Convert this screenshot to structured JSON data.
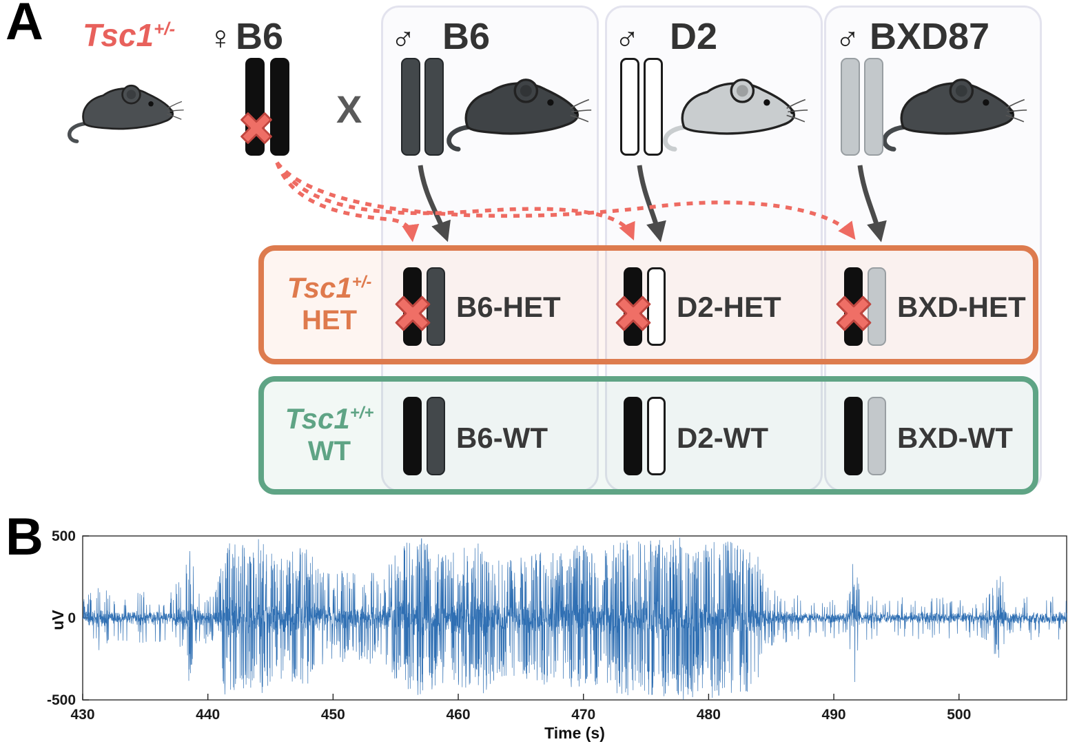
{
  "panelA": {
    "label": "A",
    "mother": {
      "gene": "Tsc1",
      "genotype_sup": "+/-",
      "sex_symbol": "♀",
      "strain": "B6"
    },
    "cross_symbol": "X",
    "fathers": [
      {
        "sex_symbol": "♂",
        "strain": "B6"
      },
      {
        "sex_symbol": "♂",
        "strain": "D2"
      },
      {
        "sex_symbol": "♂",
        "strain": "BXD87"
      }
    ],
    "het_box": {
      "gene": "Tsc1",
      "genotype_sup": "+/-",
      "zygosity": "HET",
      "offspring": [
        "B6-HET",
        "D2-HET",
        "BXD-HET"
      ]
    },
    "wt_box": {
      "gene": "Tsc1",
      "genotype_sup": "+/+",
      "zygosity": "WT",
      "offspring": [
        "B6-WT",
        "D2-WT",
        "BXD-WT"
      ]
    },
    "colors": {
      "mutant_red": "#e8615c",
      "het_orange": "#dd7b4e",
      "wt_green": "#5fa485",
      "dark_mouse": "#45494c",
      "light_mouse": "#c9cdcf"
    }
  },
  "panelB": {
    "label": "B"
  },
  "chart_data": {
    "type": "line",
    "title": "",
    "xlabel": "Time (s)",
    "ylabel": "uV",
    "xlim": [
      430,
      508.6
    ],
    "ylim": [
      -500,
      500
    ],
    "xticks": [
      430,
      440,
      450,
      460,
      470,
      480,
      490,
      500
    ],
    "yticks": [
      -500,
      0,
      500
    ],
    "grid": false,
    "legend": null,
    "color": "#2f6fb3",
    "description": "EEG voltage trace with high-amplitude seizure-like activity from ~441 s to ~484 s, followed by lower-amplitude activity",
    "sample_step_s": 0.015,
    "amplitude_envelope": [
      [
        430,
        140
      ],
      [
        431,
        220
      ],
      [
        432,
        170
      ],
      [
        433,
        140
      ],
      [
        434,
        150
      ],
      [
        435,
        160
      ],
      [
        436,
        150
      ],
      [
        437,
        170
      ],
      [
        438,
        260
      ],
      [
        438.6,
        420
      ],
      [
        439.4,
        190
      ],
      [
        440.5,
        170
      ],
      [
        441.2,
        460
      ],
      [
        442,
        500
      ],
      [
        443,
        430
      ],
      [
        444,
        490
      ],
      [
        445,
        400
      ],
      [
        446,
        370
      ],
      [
        447,
        430
      ],
      [
        448,
        420
      ],
      [
        449,
        290
      ],
      [
        450,
        270
      ],
      [
        451,
        310
      ],
      [
        452,
        260
      ],
      [
        453,
        290
      ],
      [
        454,
        280
      ],
      [
        455,
        400
      ],
      [
        456,
        470
      ],
      [
        457,
        500
      ],
      [
        458,
        430
      ],
      [
        459,
        390
      ],
      [
        460,
        410
      ],
      [
        461,
        450
      ],
      [
        462,
        470
      ],
      [
        463,
        390
      ],
      [
        464,
        350
      ],
      [
        465,
        370
      ],
      [
        466,
        390
      ],
      [
        467,
        410
      ],
      [
        468,
        390
      ],
      [
        469,
        430
      ],
      [
        470,
        460
      ],
      [
        471,
        420
      ],
      [
        472,
        440
      ],
      [
        473,
        470
      ],
      [
        474,
        490
      ],
      [
        475,
        480
      ],
      [
        476,
        500
      ],
      [
        477,
        470
      ],
      [
        478,
        500
      ],
      [
        479,
        480
      ],
      [
        480,
        500
      ],
      [
        481,
        485
      ],
      [
        482,
        470
      ],
      [
        483,
        460
      ],
      [
        483.8,
        410
      ],
      [
        484.6,
        200
      ],
      [
        485.6,
        160
      ],
      [
        487,
        140
      ],
      [
        488.5,
        120
      ],
      [
        490,
        125
      ],
      [
        491.2,
        130
      ],
      [
        491.6,
        430
      ],
      [
        492.2,
        140
      ],
      [
        494,
        130
      ],
      [
        496,
        125
      ],
      [
        498,
        135
      ],
      [
        500,
        120
      ],
      [
        502,
        130
      ],
      [
        503.3,
        300
      ],
      [
        503.8,
        150
      ],
      [
        505,
        130
      ],
      [
        506.5,
        140
      ],
      [
        508.6,
        130
      ]
    ]
  }
}
